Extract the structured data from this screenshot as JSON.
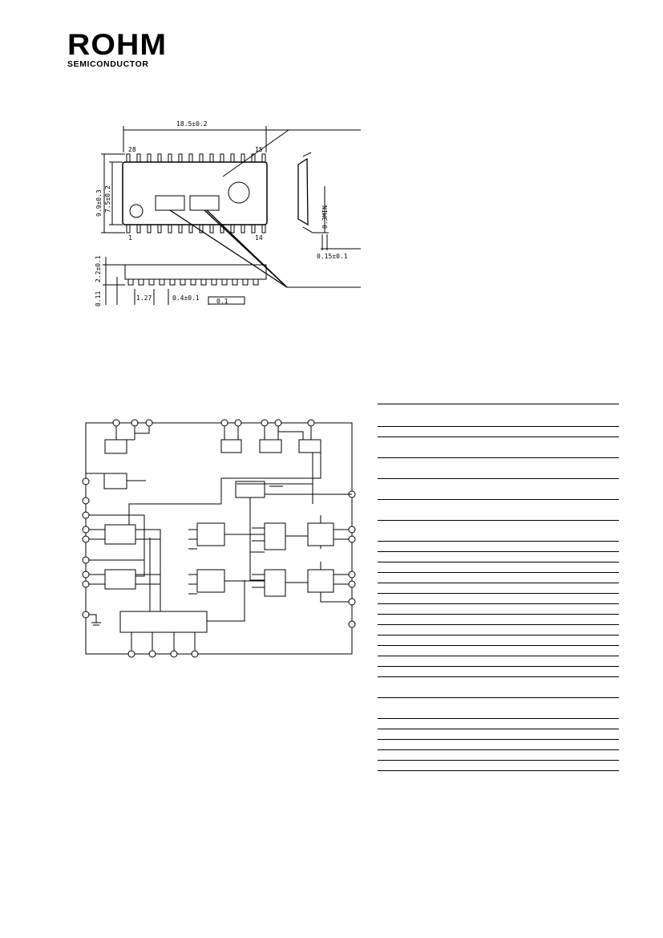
{
  "brand": {
    "name": "ROHM",
    "tagline": "SEMICONDUCTOR"
  },
  "outline": {
    "dim_length": "18.5±0.2",
    "dim_width_total": "9.9±0.3",
    "dim_body_width": "7.5±0.2",
    "dim_height": "2.2±0.1",
    "dim_standoff": "0.11",
    "dim_pitch": "1.27",
    "dim_lead_width": "0.4±0.1",
    "dim_lead_tol": "0.1",
    "dim_lead_thickness": "0.15±0.1",
    "dim_min_clearance": "0.3MIN",
    "pin_28": "28",
    "pin_15": "15",
    "pin_1": "1",
    "pin_14": "14"
  },
  "pin_table": {
    "row_heights": [
      "head",
      "norm",
      "tall",
      "tall",
      "tall",
      "tall",
      "tall",
      "norm",
      "norm",
      "norm",
      "norm",
      "norm",
      "norm",
      "norm",
      "norm",
      "norm",
      "norm",
      "norm",
      "norm",
      "norm",
      "tall",
      "tall",
      "norm",
      "norm",
      "norm",
      "norm",
      "norm"
    ]
  }
}
